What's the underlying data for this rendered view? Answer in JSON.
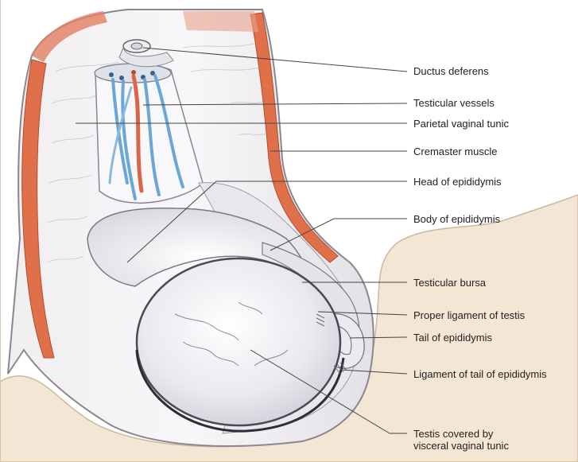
{
  "labels": {
    "ductus_deferens": "Ductus deferens",
    "testicular_vessels": "Testicular vessels",
    "parietal_vaginal_tunic": "Parietal vaginal tunic",
    "cremaster_muscle": "Cremaster muscle",
    "head_of_epididymis": "Head of epididymis",
    "body_of_epididymis": "Body of epididymis",
    "testicular_bursa": "Testicular bursa",
    "proper_ligament_of_testis": "Proper ligament of testis",
    "tail_of_epididymis": "Tail of epididymis",
    "ligament_of_tail_of_epididymis": "Ligament of tail of epididymis",
    "testis_line1": "Testis covered by",
    "testis_line2": "visceral vaginal tunic"
  },
  "colors": {
    "muscle": "#e0704a",
    "tunic": "#ecebef",
    "testis": "#f2f2f6",
    "vessel_blue": "#6aa7d6",
    "vessel_red": "#d9664a",
    "background_tissue": "#f3e6d4",
    "leader_line": "#444444"
  }
}
